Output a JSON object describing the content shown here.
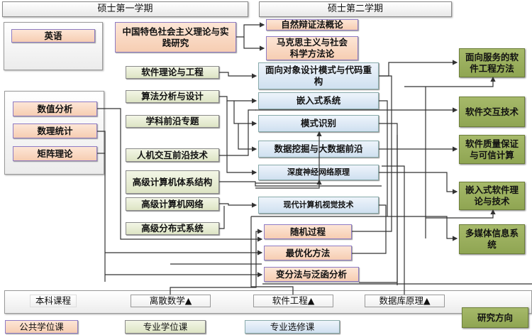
{
  "headers": {
    "semester1": "硕士第一学期",
    "semester2": "硕士第二学期"
  },
  "public_courses": {
    "english": "英语",
    "cn_socialism": "中国特色社会主义理论与实践研究",
    "dialectics": "自然辩证法概论",
    "marxism": "马克思主义与社会科学方法论",
    "numerical_analysis": "数值分析",
    "math_statistics": "数理统计",
    "matrix_theory": "矩阵理论",
    "stochastic": "随机过程",
    "optimization": "最优化方法",
    "variational": "变分法与泛函分析"
  },
  "professional_courses": {
    "software_theory": "软件理论与工程",
    "algorithms": "算法分析与设计",
    "frontier": "学科前沿专题",
    "hci": "人机交互前沿技术",
    "architecture": "高级计算机体系结构",
    "network": "高级计算机网络",
    "distributed": "高级分布式系统"
  },
  "elective_courses": {
    "oo_design": "面向对象设计模式与代码重构",
    "embedded": "嵌入式系统",
    "pattern": "模式识别",
    "datamining": "数据挖掘与大数据前沿",
    "dnn": "深度神经网络原理",
    "cv": "现代计算机视觉技术"
  },
  "research_directions": {
    "soa": "面向服务的软件工程方法",
    "interaction": "软件交互技术",
    "quality": "软件质量保证与可信计算",
    "embedded_sw": "嵌入式软件理论与技术",
    "multimedia": "多媒体信息系统"
  },
  "undergrad": {
    "label": "本科课程",
    "discrete": "离散数学▲",
    "se": "软件工程▲",
    "db": "数据库原理▲"
  },
  "legend": {
    "public": "公共学位课",
    "professional": "专业学位课",
    "elective": "专业选修课",
    "research": "研究方向"
  },
  "colors": {
    "public": "#f8d6c0",
    "professional": "#e6ebd2",
    "elective": "#dbe8f5",
    "research": "#9bb05e",
    "line": "#333333"
  }
}
